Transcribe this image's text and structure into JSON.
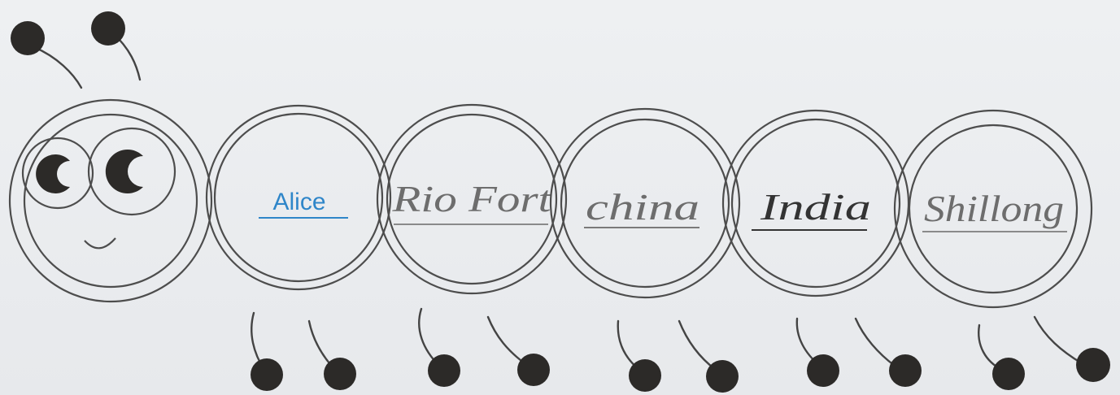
{
  "segments": [
    {
      "text": "Alice",
      "style": "typed",
      "color": "#2f86c9"
    },
    {
      "text": "Rio Fort",
      "style": "handwritten",
      "color": "#6d6d6d"
    },
    {
      "text": "china",
      "style": "handwritten",
      "color": "#7a7a7a"
    },
    {
      "text": "India",
      "style": "handwritten",
      "color": "#333333"
    },
    {
      "text": "Shillong",
      "style": "handwritten",
      "color": "#7a7a7a"
    }
  ],
  "colors": {
    "background": "#e9ebed",
    "outline": "#4d4d4d",
    "ball": "#2c2a28",
    "typed_text": "#2f86c9"
  }
}
